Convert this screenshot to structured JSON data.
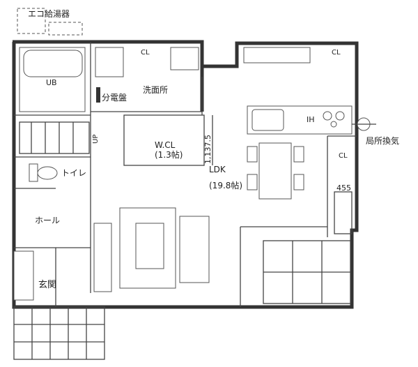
{
  "labels": {
    "eco_water_heater": "エコ給湯器",
    "unit_bath": "UB",
    "distribution_board": "分電盤",
    "washroom": "洗面所",
    "stairs_up": "UP",
    "wcl_name": "W.CL",
    "wcl_size": "(1.3帖)",
    "dimension": "1,137.5",
    "ldk_name": "LDK",
    "ldk_size": "(19.8帖)",
    "ih": "IH",
    "local_ventilation": "局所換気",
    "closet": "CL",
    "dimension_455": "455",
    "toilet": "トイレ",
    "hall": "ホール",
    "entrance": "玄関"
  }
}
